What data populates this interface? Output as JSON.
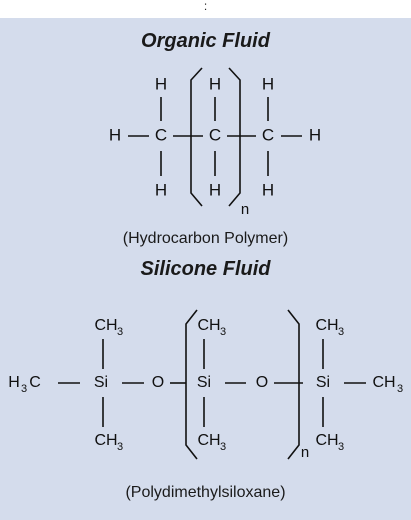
{
  "header": {
    "mark": ":"
  },
  "organic": {
    "title": "Organic Fluid",
    "caption": "(Hydrocarbon Polymer)",
    "atoms": {
      "h": "H",
      "c": "C",
      "n": "n"
    }
  },
  "silicone": {
    "title": "Silicone Fluid",
    "caption": "(Polydimethylsiloxane)",
    "atoms": {
      "ch3": "CH",
      "h3c_h": "H",
      "h3c_c": "C",
      "sub3": "3",
      "si": "Si",
      "o": "O",
      "n": "n"
    }
  }
}
